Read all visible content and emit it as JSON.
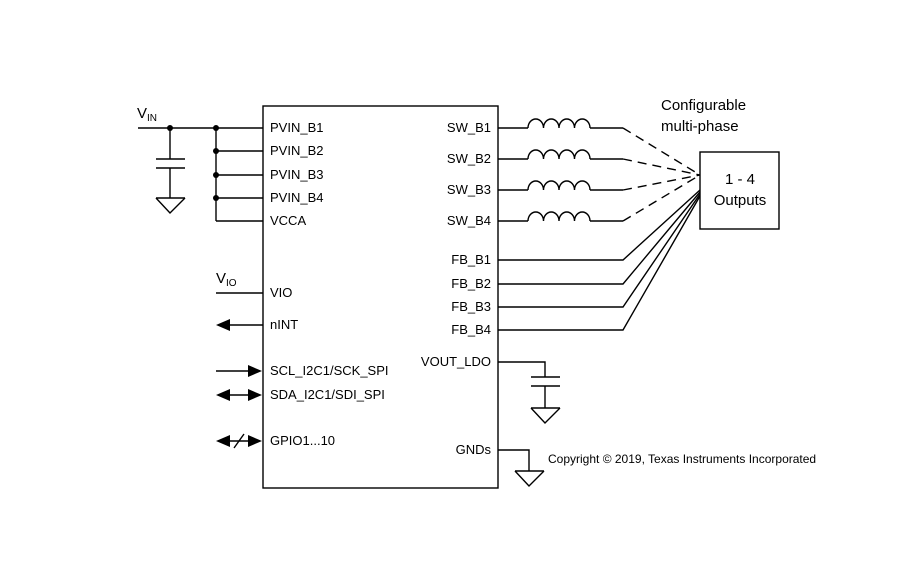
{
  "supply": {
    "vin": "V",
    "vin_sub": "IN",
    "vio": "V",
    "vio_sub": "IO"
  },
  "left_pins": {
    "pvin_b1": "PVIN_B1",
    "pvin_b2": "PVIN_B2",
    "pvin_b3": "PVIN_B3",
    "pvin_b4": "PVIN_B4",
    "vcca": "VCCA",
    "vio": "VIO",
    "nint": "nINT",
    "scl": "SCL_I2C1/SCK_SPI",
    "sda": "SDA_I2C1/SDI_SPI",
    "gpio": "GPIO1...10"
  },
  "right_pins": {
    "sw_b1": "SW_B1",
    "sw_b2": "SW_B2",
    "sw_b3": "SW_B3",
    "sw_b4": "SW_B4",
    "fb_b1": "FB_B1",
    "fb_b2": "FB_B2",
    "fb_b3": "FB_B3",
    "fb_b4": "FB_B4",
    "vout_ldo": "VOUT_LDO",
    "gnds": "GNDs"
  },
  "output_box": {
    "line1": "1 - 4",
    "line2": "Outputs"
  },
  "config_label": {
    "line1": "Configurable",
    "line2": "multi-phase"
  },
  "copyright": "Copyright © 2019, Texas Instruments Incorporated"
}
